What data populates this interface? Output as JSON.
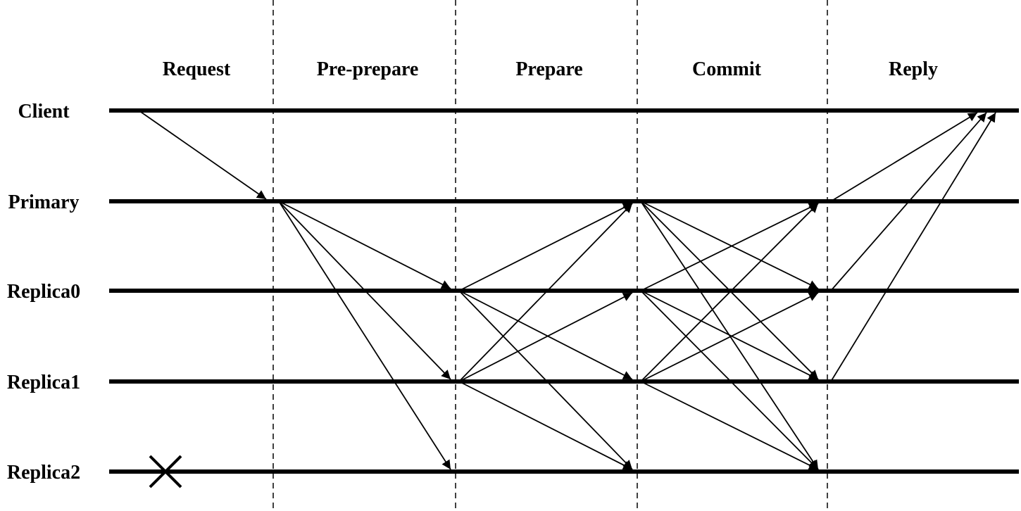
{
  "phases": [
    "Request",
    "Pre-prepare",
    "Prepare",
    "Commit",
    "Reply"
  ],
  "nodes": [
    "Client",
    "Primary",
    "Replica0",
    "Replica1",
    "Replica2"
  ],
  "failed_node": "Replica2",
  "failure_marker": "cross-icon",
  "messages": [
    {
      "from": "Client",
      "to": "Primary",
      "phase": "Request"
    },
    {
      "from": "Primary",
      "to": "Replica0",
      "phase": "Pre-prepare"
    },
    {
      "from": "Primary",
      "to": "Replica1",
      "phase": "Pre-prepare"
    },
    {
      "from": "Primary",
      "to": "Replica2",
      "phase": "Pre-prepare"
    },
    {
      "from": "Replica0",
      "to": "Primary",
      "phase": "Prepare"
    },
    {
      "from": "Replica0",
      "to": "Replica1",
      "phase": "Prepare"
    },
    {
      "from": "Replica0",
      "to": "Replica2",
      "phase": "Prepare"
    },
    {
      "from": "Replica1",
      "to": "Primary",
      "phase": "Prepare"
    },
    {
      "from": "Replica1",
      "to": "Replica0",
      "phase": "Prepare"
    },
    {
      "from": "Replica1",
      "to": "Replica2",
      "phase": "Prepare"
    },
    {
      "from": "Primary",
      "to": "Replica0",
      "phase": "Commit"
    },
    {
      "from": "Primary",
      "to": "Replica1",
      "phase": "Commit"
    },
    {
      "from": "Primary",
      "to": "Replica2",
      "phase": "Commit"
    },
    {
      "from": "Replica0",
      "to": "Primary",
      "phase": "Commit"
    },
    {
      "from": "Replica0",
      "to": "Replica1",
      "phase": "Commit"
    },
    {
      "from": "Replica0",
      "to": "Replica2",
      "phase": "Commit"
    },
    {
      "from": "Replica1",
      "to": "Primary",
      "phase": "Commit"
    },
    {
      "from": "Replica1",
      "to": "Replica0",
      "phase": "Commit"
    },
    {
      "from": "Replica1",
      "to": "Replica2",
      "phase": "Commit"
    },
    {
      "from": "Primary",
      "to": "Client",
      "phase": "Reply"
    },
    {
      "from": "Replica0",
      "to": "Client",
      "phase": "Reply"
    },
    {
      "from": "Replica1",
      "to": "Client",
      "phase": "Reply"
    }
  ],
  "colors": {
    "line": "#000000",
    "background": "#ffffff"
  }
}
